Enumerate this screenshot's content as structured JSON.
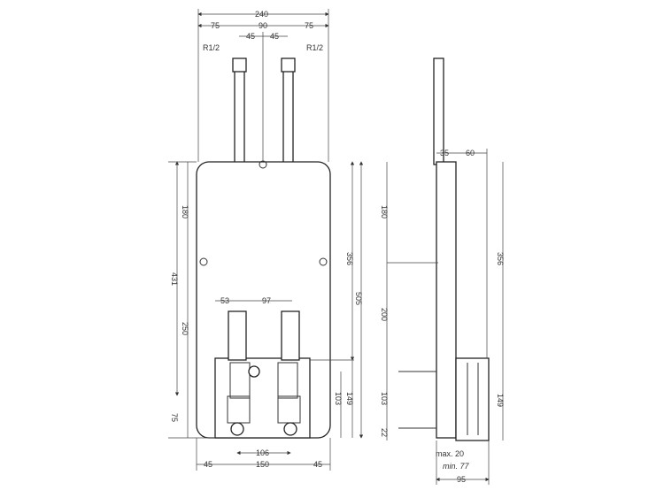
{
  "front_view": {
    "overall_width": "240",
    "left_offset": "75",
    "center_spacing": "90",
    "right_offset": "75",
    "half_left": "45",
    "half_right": "45",
    "thread_left": "R1/2",
    "thread_right": "R1/2",
    "upper_height": "180",
    "middle_height": "250",
    "total_left": "431",
    "bottom_height": "75",
    "right_upper": "356",
    "right_total": "505",
    "box_left": "53",
    "box_span": "97",
    "box_small": "103",
    "box_height": "149",
    "outlet_spacing": "106",
    "box_width": "150",
    "margin_left": "45",
    "margin_right": "45"
  },
  "side_view": {
    "top_depth": "35",
    "top_offset": "60",
    "upper": "180",
    "middle": "200",
    "lower": "103",
    "bottom": "22",
    "right_upper": "356",
    "right_lower": "149",
    "max_label": "max. 20",
    "min_label": "min. 77",
    "depth": "95"
  }
}
